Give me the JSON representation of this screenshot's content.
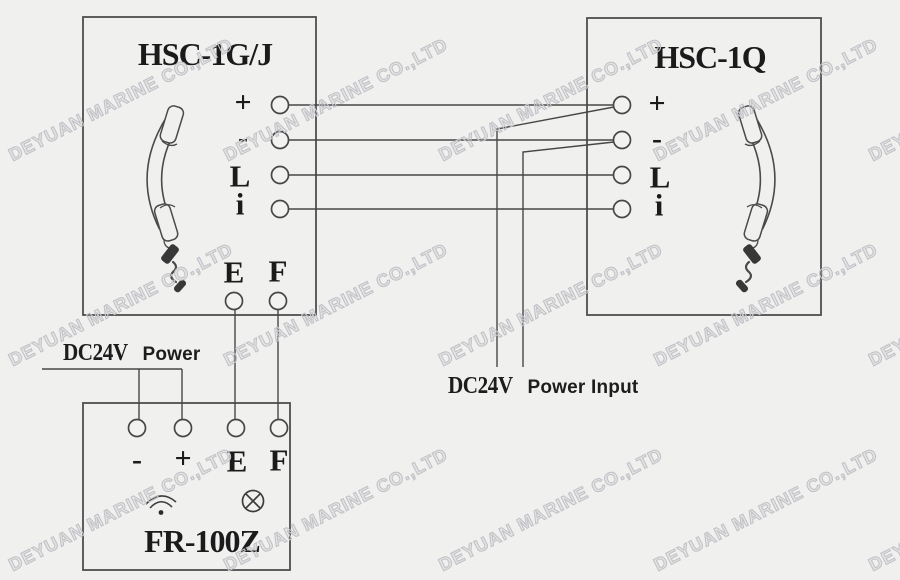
{
  "background_color": "#f0f1ef",
  "line_color": "#474747",
  "watermark": {
    "text": "DEYUAN MARINE CO.,LTD",
    "color": "#c2c2c8"
  },
  "devices": {
    "hsc1gj": {
      "title": "HSC-1G/J",
      "right_terminals": [
        "+",
        "-",
        "L",
        "i"
      ],
      "bottom_terminals": [
        "E",
        "F"
      ]
    },
    "hsc1q": {
      "title": "HSC-1Q",
      "left_terminals": [
        "+",
        "-",
        "L",
        "i"
      ]
    },
    "fr100z": {
      "title": "FR-100Z",
      "top_terminals": [
        "-",
        "+",
        "E",
        "F"
      ]
    }
  },
  "labels": {
    "power": {
      "prefix": "DC24V",
      "suffix": "Power"
    },
    "power_input": {
      "prefix": "DC24V",
      "suffix": "Power Input"
    }
  }
}
